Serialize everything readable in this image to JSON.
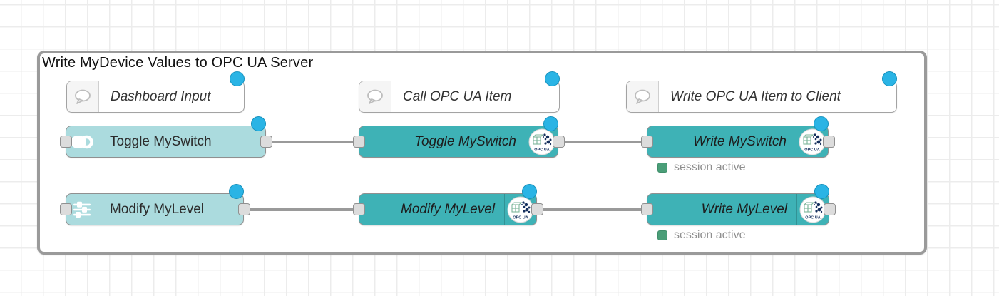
{
  "group": {
    "title": "Write MyDevice Values to OPC UA Server"
  },
  "comments": [
    {
      "label": "Dashboard Input",
      "icon": "speech-bubble-icon"
    },
    {
      "label": "Call OPC UA Item",
      "icon": "speech-bubble-icon"
    },
    {
      "label": "Write OPC UA Item to Client",
      "icon": "speech-bubble-icon"
    }
  ],
  "nodes": [
    {
      "label": "Toggle MySwitch",
      "icon": "toggle-switch-icon"
    },
    {
      "label": "Toggle MySwitch",
      "icon": "opcua-logo-icon"
    },
    {
      "label": "Write MySwitch",
      "icon": "opcua-logo-icon"
    },
    {
      "label": "Modify MyLevel",
      "icon": "sliders-icon"
    },
    {
      "label": "Modify MyLevel",
      "icon": "opcua-logo-icon"
    },
    {
      "label": "Write MyLevel",
      "icon": "opcua-logo-icon"
    }
  ],
  "statuses": [
    {
      "label": "session active"
    },
    {
      "label": "session active"
    }
  ],
  "badge": {
    "label": "OPC UA"
  },
  "colors": {
    "dashboard_node": "#abdbde",
    "opcua_node": "#3eb2b6",
    "status_ok": "#4a9e78",
    "changed_indicator": "#2ab4e5",
    "wire": "#9a9a9a",
    "group_border": "#9a9a9a"
  }
}
